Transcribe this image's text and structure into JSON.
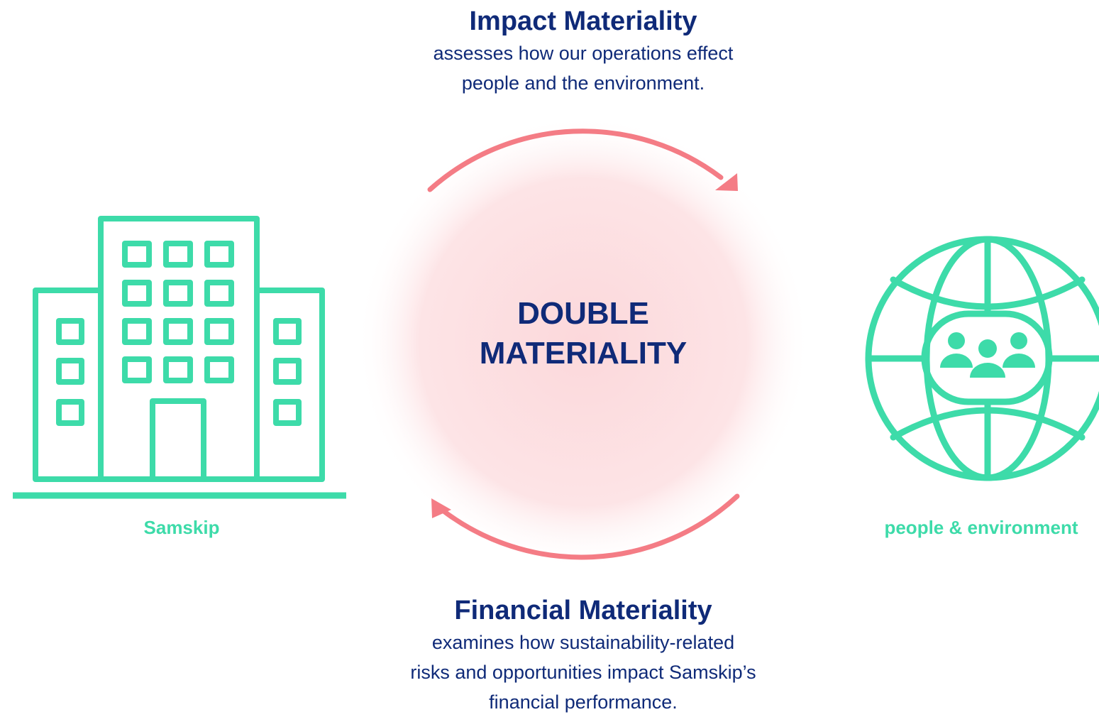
{
  "impact": {
    "title": "Impact Materiality",
    "description_line1": "assesses how our operations effect",
    "description_line2": "people and the environment."
  },
  "core": {
    "line1": "DOUBLE",
    "line2": "MATERIALITY"
  },
  "financial": {
    "title": "Financial Materiality",
    "description_line1": "examines how sustainability-related",
    "description_line2": "risks and opportunities impact Samskip’s",
    "description_line3": "financial performance."
  },
  "entities": {
    "left_label": "Samskip",
    "left_icon": "building-icon",
    "right_label": "people & environment",
    "right_icon": "globe-people-icon"
  },
  "colors": {
    "heading": "#0f2a78",
    "icon": "#3ddba9",
    "arrow": "#f47c85",
    "glow": "#fde3e5"
  }
}
